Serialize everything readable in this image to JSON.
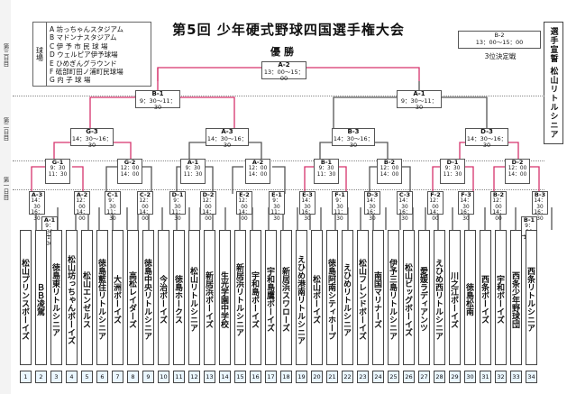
{
  "title": "第5回 少年硬式野球四国選手権大会",
  "subtitle": "優勝",
  "venues": {
    "header": "球場",
    "items": [
      "A 坊っちゃんスタジアム",
      "B マドンナスタジアム",
      "C 伊 予 市 民 球 場",
      "D ウェルピア伊予球場",
      "E ひめぎんグラウンド",
      "F 砥部町田ノ浦町民球場",
      "G 内 子 球 場"
    ]
  },
  "third_place": {
    "code": "B-2",
    "time": "13：00～15：00",
    "label": "3位決定戦"
  },
  "side_label": "選手宣誓 松山リトルシニア",
  "rounds": [
    "第三日目",
    "第二日目",
    "第一日目"
  ],
  "matches": {
    "final": {
      "code": "A-2",
      "time": "13：00～15：00"
    },
    "sf_left": {
      "code": "B-1",
      "time": "9：30～11：30"
    },
    "sf_right": {
      "code": "A-1",
      "time": "9：30～11：30"
    },
    "qf1": {
      "code": "G-3",
      "time": "14：30～16：30"
    },
    "qf2": {
      "code": "A-3",
      "time": "14：30～16：30"
    },
    "qf3": {
      "code": "B-3",
      "time": "14：30～16：30"
    },
    "qf4": {
      "code": "D-3",
      "time": "14：30～16：30"
    },
    "r1": {
      "code": "G-1",
      "time1": "9：30",
      "time2": "11：30"
    },
    "r2": {
      "code": "G-2",
      "time1": "12：00",
      "time2": "14：00"
    },
    "r3": {
      "code": "A-1",
      "time1": "9：30",
      "time2": "11：30"
    },
    "r4": {
      "code": "A-2",
      "time1": "12：00",
      "time2": "14：00"
    },
    "r5": {
      "code": "B-1",
      "time1": "9：30",
      "time2": "11：30"
    },
    "r6": {
      "code": "B-2",
      "time1": "12：00",
      "time2": "14：00"
    },
    "r7": {
      "code": "D-1",
      "time1": "9：30",
      "time2": "11：30"
    },
    "r8": {
      "code": "D-2",
      "time1": "12：00",
      "time2": "14：00"
    },
    "f1": {
      "code": "A-3",
      "time1": "14：30",
      "time2": "16：30"
    },
    "f2": {
      "code": "A-1",
      "time1": "9：30",
      "time2": "11：30"
    },
    "f3": {
      "code": "A-2",
      "time1": "12：00",
      "time2": "14：00"
    },
    "f4": {
      "code": "C-1",
      "time1": "9：30",
      "time2": "11：30"
    },
    "f5": {
      "code": "C-2",
      "time1": "12：00",
      "time2": "14：00"
    },
    "f6": {
      "code": "D-1",
      "time1": "9：30",
      "time2": "11：30"
    },
    "f7": {
      "code": "D-2",
      "time1": "12：00",
      "time2": "14：00"
    },
    "f8": {
      "code": "E-2",
      "time1": "12：00",
      "time2": "14：00"
    },
    "f9": {
      "code": "E-1",
      "time1": "9：30",
      "time2": "11：30"
    },
    "f10": {
      "code": "E-3",
      "time1": "14：30",
      "time2": "16：30"
    },
    "f11": {
      "code": "F-1",
      "time1": "9：30",
      "time2": "11：30"
    },
    "f12": {
      "code": "D-3",
      "time1": "14：30",
      "time2": "16：30"
    },
    "f13": {
      "code": "C-3",
      "time1": "14：30",
      "time2": "16：30"
    },
    "f14": {
      "code": "F-2",
      "time1": "12：00",
      "time2": "14：00"
    },
    "f15": {
      "code": "F-3",
      "time1": "14：30",
      "time2": "16：30"
    },
    "f16": {
      "code": "B-2",
      "time1": "12：00",
      "time2": "14：00"
    },
    "f17": {
      "code": "B-3",
      "time1": "14：30",
      "time2": "16：30"
    },
    "f18": {
      "code": "B-1",
      "time1": "9：30",
      "time2": "11：30"
    }
  },
  "teams": [
    "松山プリンスボーイズ",
    "ＢＢ凌駕",
    "徳島東リトルシニア",
    "松山坊っちゃんボーイズ",
    "松山エンゼルス",
    "徳島藍住リトルシニア",
    "大洲ボーイズ",
    "高松レイダーズ",
    "徳島中央リトルシニア",
    "今治ボーイズ",
    "徳島ホークス",
    "松山リトルシニア",
    "新居浜ボーイズ",
    "生光学園中学校",
    "新居浜リトルシニア",
    "宇和島ボーイズ",
    "宇和島鷹ボーイズ",
    "新居浜スワローズ",
    "えひめ港南リトルシニア",
    "松山ボーイズ",
    "徳島阿南シティホープ",
    "えひめリトルシニア",
    "松山フレンドボーイズ",
    "南国マリナーズ",
    "伊予三島リトルシニア",
    "松山ビッグボーイズ",
    "愛媛ラディアンツ",
    "えひめ西リトルシニア",
    "川之江ボーイズ",
    "徳島松南",
    "西条ボーイズ",
    "宇和ボーイズ",
    "西条少年野球団",
    "西条リトルシニア"
  ],
  "numbers": [
    "1",
    "2",
    "3",
    "4",
    "5",
    "6",
    "7",
    "8",
    "9",
    "10",
    "11",
    "12",
    "13",
    "14",
    "15",
    "16",
    "17",
    "18",
    "19",
    "20",
    "21",
    "22",
    "23",
    "24",
    "25",
    "26",
    "27",
    "28",
    "29",
    "30",
    "31",
    "32",
    "33",
    "34"
  ],
  "colors": {
    "winner_line": "#d6336c",
    "line": "#555555"
  }
}
